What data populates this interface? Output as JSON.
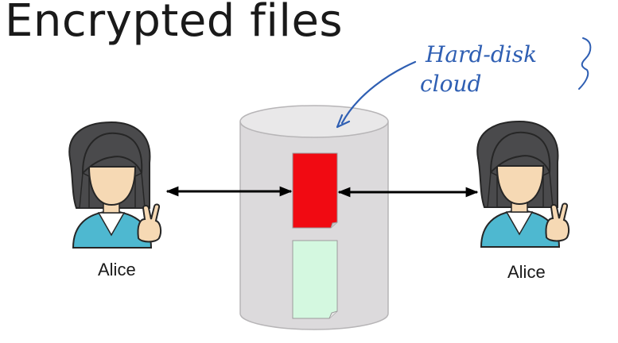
{
  "slide": {
    "title": "Encrypted files"
  },
  "people": [
    {
      "label": "Alice"
    },
    {
      "label": "Alice"
    }
  ],
  "annotation": {
    "line1": "Hard-disk",
    "line2": "cloud"
  },
  "colors": {
    "cylinder_fill": "#dcdadc",
    "cylinder_stroke": "#b7b5b7",
    "file_red": "#f10a12",
    "file_green": "#d4f8e0",
    "arrow": "#000000",
    "ink": "#2f5fb3",
    "hair": "#4a4a4c",
    "skin": "#f6d9b4",
    "shirt": "#4eb8d0"
  },
  "icons": [
    "person-icon",
    "peace-hand-icon",
    "document-icon",
    "storage-cylinder-icon"
  ]
}
